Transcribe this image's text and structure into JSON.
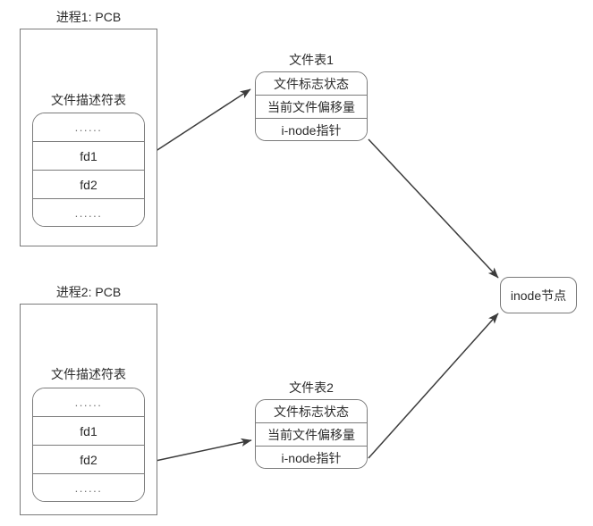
{
  "diagram": {
    "title_process1": "进程1: PCB",
    "title_process2": "进程2: PCB",
    "fd_table_label": "文件描述符表",
    "file_table1_label": "文件表1",
    "file_table2_label": "文件表2",
    "inode_label": "inode节点"
  },
  "process1": {
    "pcb_title": "进程1: PCB",
    "fd_table_title": "文件描述符表",
    "rows": [
      {
        "text": "......",
        "kind": "dots"
      },
      {
        "text": "fd1",
        "kind": "entry"
      },
      {
        "text": "fd2",
        "kind": "entry"
      },
      {
        "text": "......",
        "kind": "dots"
      }
    ]
  },
  "process2": {
    "pcb_title": "进程2: PCB",
    "fd_table_title": "文件描述符表",
    "rows": [
      {
        "text": "......",
        "kind": "dots"
      },
      {
        "text": "fd1",
        "kind": "entry"
      },
      {
        "text": "fd2",
        "kind": "entry"
      },
      {
        "text": "......",
        "kind": "dots"
      }
    ]
  },
  "file_table1": {
    "label": "文件表1",
    "rows": [
      "文件标志状态",
      "当前文件偏移量",
      "i-node指针"
    ]
  },
  "file_table2": {
    "label": "文件表2",
    "rows": [
      "文件标志状态",
      "当前文件偏移量",
      "i-node指针"
    ]
  },
  "inode": {
    "label": "inode节点"
  },
  "colors": {
    "stroke": "#7a7a7a",
    "edge": "#3c3c3c",
    "text": "#2b2b2b",
    "background": "#ffffff"
  },
  "edges": [
    {
      "name": "fd1-to-file-table1",
      "from": "process1.fd1",
      "to": "file_table1"
    },
    {
      "name": "file-table1-to-inode",
      "from": "file_table1",
      "to": "inode"
    },
    {
      "name": "fd2-to-file-table2",
      "from": "process2.fd2",
      "to": "file_table2"
    },
    {
      "name": "file-table2-to-inode",
      "from": "file_table2",
      "to": "inode"
    }
  ]
}
